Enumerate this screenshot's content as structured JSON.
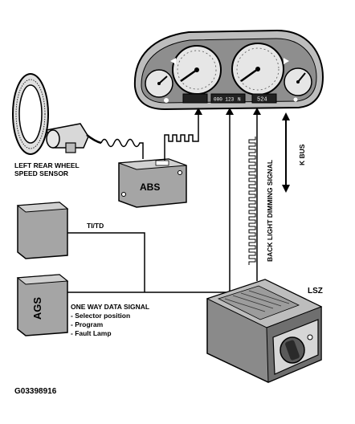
{
  "labels": {
    "sensor_line1": "LEFT REAR WHEEL",
    "sensor_line2": "SPEED SENSOR",
    "abs": "ABS",
    "titd": "TI/TD",
    "ags": "AGS",
    "one_way": "ONE WAY DATA SIGNAL",
    "bullet1": "- Selector position",
    "bullet2": "- Program",
    "bullet3": "- Fault Lamp",
    "back_light": "BACK LIGHT DIMMING SIGNAL",
    "k_bus": "K BUS",
    "lsz": "LSZ",
    "figure_id": "G03398916"
  },
  "cluster": {
    "odometer": "000 123",
    "trip": "N",
    "digital": "524"
  },
  "colors": {
    "ink": "#000000",
    "cluster_body": "#c8c8c8",
    "module_gray": "#9a9a9a",
    "dial_face": "#e6e6e6"
  }
}
